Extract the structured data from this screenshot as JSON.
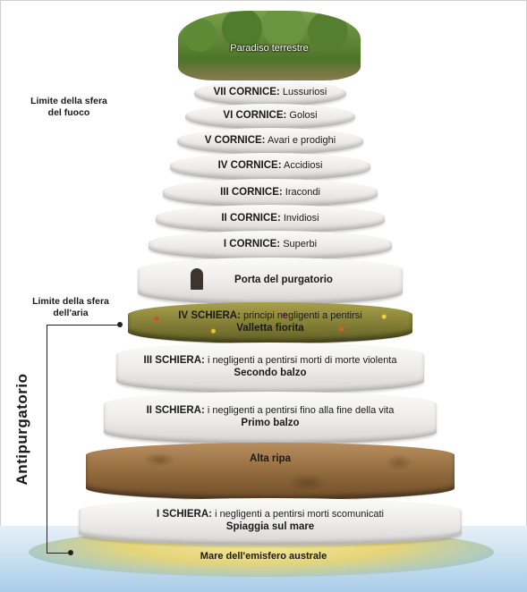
{
  "summit": {
    "label": "Paradiso terrestre"
  },
  "cornici": [
    {
      "name": "VII CORNICE:",
      "desc": "Lussuriosi"
    },
    {
      "name": "VI CORNICE:",
      "desc": "Golosi"
    },
    {
      "name": "V CORNICE:",
      "desc": "Avari e prodighi"
    },
    {
      "name": "IV CORNICE:",
      "desc": "Accidiosi"
    },
    {
      "name": "III CORNICE:",
      "desc": "Iracondi"
    },
    {
      "name": "II CORNICE:",
      "desc": "Invidiosi"
    },
    {
      "name": "I CORNICE:",
      "desc": "Superbi"
    }
  ],
  "porta": "Porta del purgatorio",
  "schiere": {
    "iv": {
      "name": "IV SCHIERA:",
      "desc": "principi negligenti a pentirsi",
      "place": "Valletta fiorita"
    },
    "iii": {
      "name": "III SCHIERA:",
      "desc": "i negligenti a pentirsi morti di morte violenta",
      "place": "Secondo balzo"
    },
    "ii": {
      "name": "II SCHIERA:",
      "desc": "i negligenti a pentirsi fino alla fine della vita",
      "place": "Primo balzo"
    },
    "ripa": "Alta ripa",
    "i": {
      "name": "I SCHIERA:",
      "desc": "i negligenti a pentirsi morti scomunicati",
      "place": "Spiaggia sul mare"
    }
  },
  "sea": "Mare dell'emisfero australe",
  "limits": {
    "fuoco_line1": "Limite della sfera",
    "fuoco_line2": "del fuoco",
    "aria_line1": "Limite della sfera",
    "aria_line2": "dell'aria"
  },
  "antipurgatorio": "Antipurgatorio"
}
